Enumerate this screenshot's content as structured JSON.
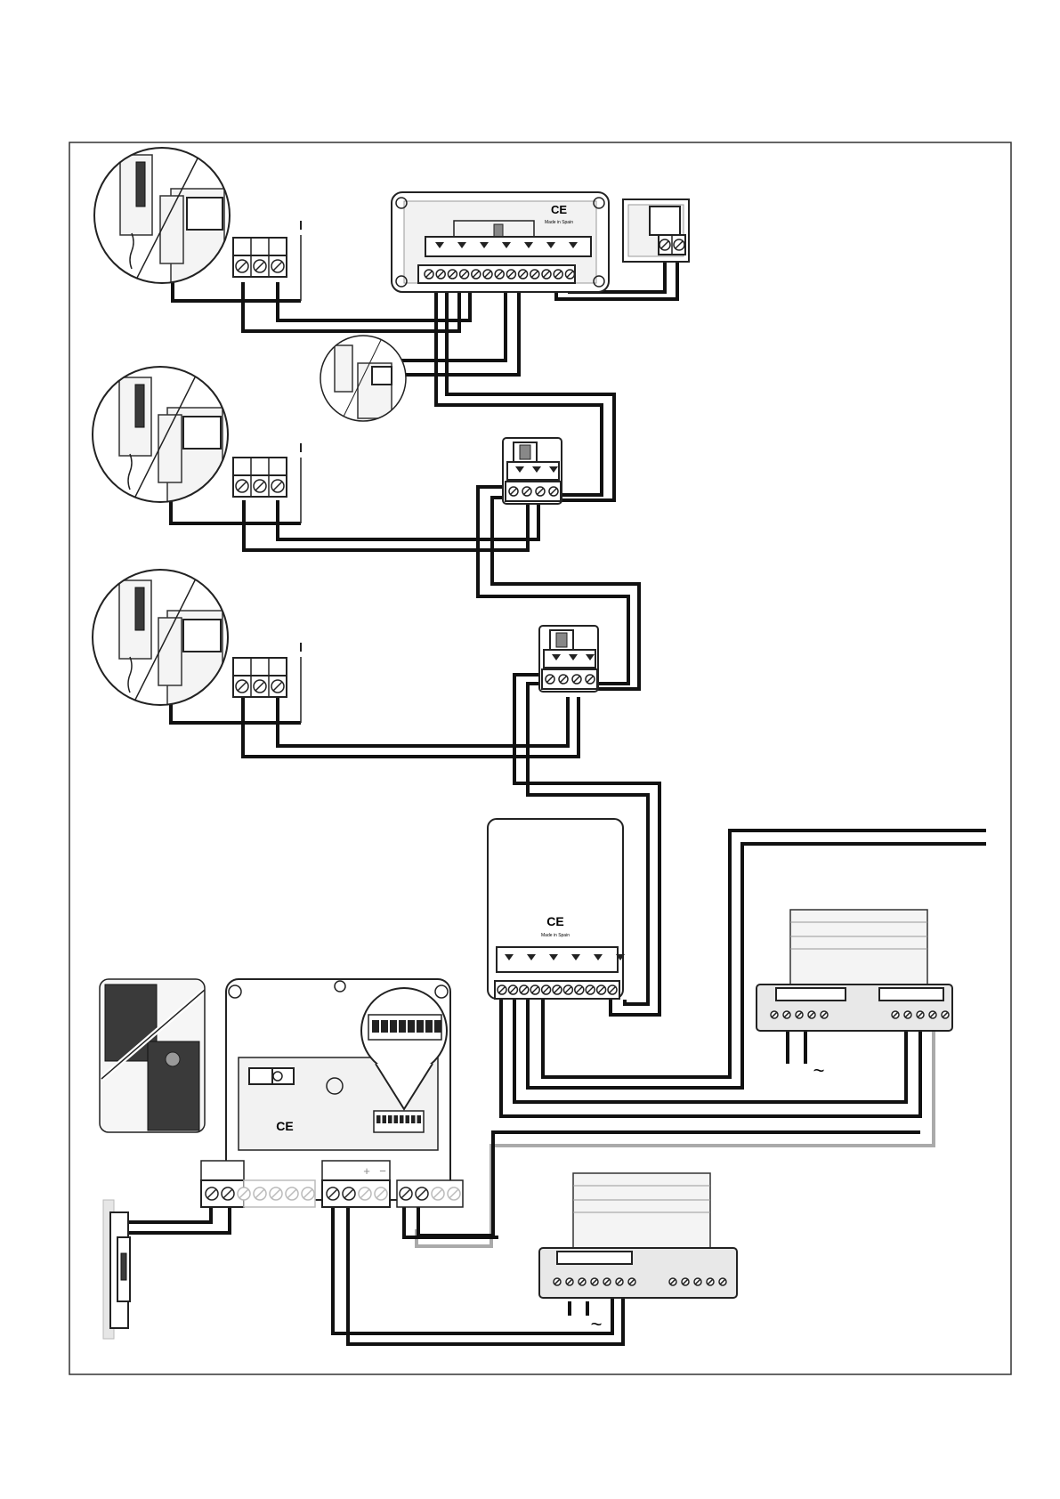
{
  "marks": {
    "ce": "CE",
    "made_in": "Made in Spain",
    "ac": "~",
    "plus": "+",
    "minus": "−"
  },
  "colors": {
    "wire": "#111111",
    "wire_secondary": "#aaaaaa",
    "frame": "#333333"
  },
  "components": [
    {
      "id": "distributor-top",
      "label": ""
    },
    {
      "id": "final-resistor-box",
      "label": ""
    },
    {
      "id": "floor-distributor-1",
      "label": ""
    },
    {
      "id": "floor-distributor-2",
      "label": ""
    },
    {
      "id": "main-distributor",
      "label": ""
    },
    {
      "id": "power-supply-right",
      "label": ""
    },
    {
      "id": "power-supply-bottom",
      "label": ""
    },
    {
      "id": "door-panel-module",
      "label": ""
    },
    {
      "id": "door-lock",
      "label": ""
    }
  ]
}
